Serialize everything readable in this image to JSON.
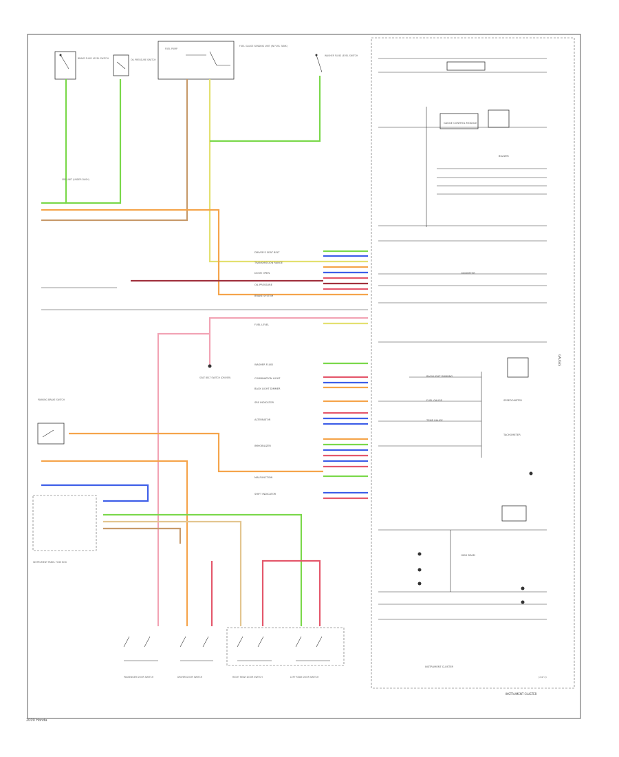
{
  "sheet": {
    "title": "INSTRUMENT CLUSTER",
    "page_ref": "(2 of 2)",
    "side_label": "GAUGES",
    "footer": "2009 Honda"
  },
  "wire_colors": {
    "green": "#7ad84a",
    "orange": "#f5a44b",
    "tan": "#c79a6a",
    "yellow": "#e3e070",
    "red": "#e4576b",
    "pink": "#f2a3b4",
    "blue": "#3d5ee8",
    "dkred": "#a0303c",
    "gray": "#8a8a8a"
  },
  "top_components": [
    {
      "id": "brake-fluid",
      "label": "BRAKE FLUID LEVEL SWITCH"
    },
    {
      "id": "oil-pressure",
      "label": "OIL PRESSURE SWITCH"
    },
    {
      "id": "fuel-pump",
      "label": "FUEL PUMP"
    },
    {
      "id": "fuel-gauge-sender",
      "label": "FUEL GAUGE SENDING UNIT (IN FUEL TANK)"
    },
    {
      "id": "washer-fluid",
      "label": "WASHER FLUID LEVEL SWITCH"
    }
  ],
  "left_labels": [
    "PARKING BRAKE SWITCH",
    "SEAT BELT SWITCH (DRIVER)",
    "SRS UNIT (UNDER DASH)",
    "INSTRUMENT PANEL FUSE BOX"
  ],
  "bottom_switches": [
    {
      "id": "passenger-door",
      "label": "PASSENGER DOOR SWITCH"
    },
    {
      "id": "driver-door",
      "label": "DRIVER DOOR SWITCH"
    },
    {
      "id": "right-rear-door",
      "label": "RIGHT REAR DOOR SWITCH"
    },
    {
      "id": "left-rear-door",
      "label": "LEFT REAR DOOR SWITCH"
    }
  ],
  "center_labels": [
    "DRIVER'S SEAT BELT",
    "TRANSMISSION RANGE",
    "DOOR OPEN",
    "OIL PRESSURE",
    "BRAKE SYSTEM",
    "FUEL LEVEL",
    "WASHER FLUID",
    "COMBINATION LIGHT",
    "BACK LIGHT DIMMER",
    "SRS INDICATOR",
    "ALTERNATOR",
    "IMMOBILIZER",
    "MALFUNCTION",
    "SHIFT INDICATOR"
  ],
  "right_labels": [
    "SPEEDOMETER",
    "TACHOMETER",
    "BUZZER",
    "GAUGE CONTROL MODULE",
    "ODOMETER",
    "HIGH BEAM",
    "BACKLIGHT DIMMING",
    "FUEL GAUGE",
    "TEMP GAUGE"
  ],
  "cluster_label": "INSTRUMENT CLUSTER"
}
